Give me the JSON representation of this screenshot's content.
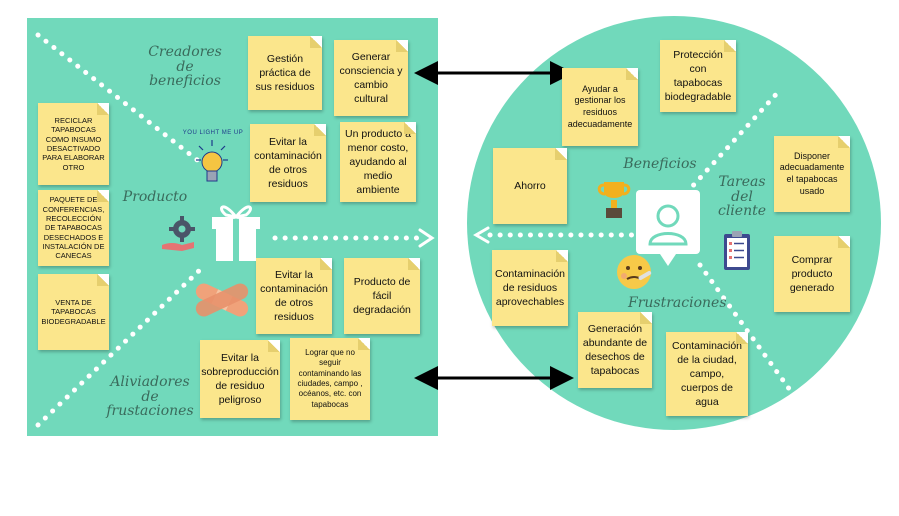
{
  "value_map": {
    "section_creators": "Creadores\nde\nbeneficios",
    "section_product": "Producto",
    "section_relievers": "Aliviadores\nde\nfrustaciones",
    "icon_caption": "YOU LIGHT ME UP",
    "product_notes": [
      "RECICLAR TAPABOCAS COMO INSUMO DESACTIVADO PARA ELABORAR OTRO",
      "PAQUETE DE CONFERENCIAS, RECOLECCIÓN DE TAPABOCAS DESECHADOS E INSTALACIÓN DE CANECAS",
      "VENTA DE TAPABOCAS BIODEGRADABLE"
    ],
    "creator_notes": [
      "Gestión práctica de sus residuos",
      "Generar consciencia y cambio cultural",
      "Evitar la contaminación de otros residuos",
      "Un producto a menor costo, ayudando al medio ambiente"
    ],
    "reliever_notes": [
      "Evitar la contaminación de otros residuos",
      "Producto de fácil degradación",
      "Evitar la sobreproducción de residuo peligroso",
      "Lograr que no seguir contaminando las ciudades, campo , océanos, etc. con tapabocas"
    ]
  },
  "profile": {
    "section_gains": "Beneficios",
    "section_jobs": "Tareas\ndel\ncliente",
    "section_pains": "Frustraciones",
    "gain_notes": [
      "Ayudar a gestionar los residuos adecuadamente",
      "Protección con tapabocas biodegradable",
      "Ahorro",
      "Contaminación de residuos aprovechables"
    ],
    "job_notes": [
      "Disponer adecuadamente el tapabocas usado",
      "Comprar producto generado"
    ],
    "pain_notes": [
      "Generación abundante de desechos de tapabocas",
      "Contaminación de la ciudad, campo, cuerpos de agua"
    ]
  },
  "colors": {
    "panel": "#71d9bb",
    "note": "#fbe68c",
    "label": "#3a6b5c",
    "arrow": "#000000"
  },
  "icons": [
    "lightbulb-icon",
    "gift-icon",
    "gear-hand-icon",
    "bandage-icon",
    "trophy-icon",
    "customer-icon",
    "sick-face-icon",
    "clipboard-icon"
  ]
}
